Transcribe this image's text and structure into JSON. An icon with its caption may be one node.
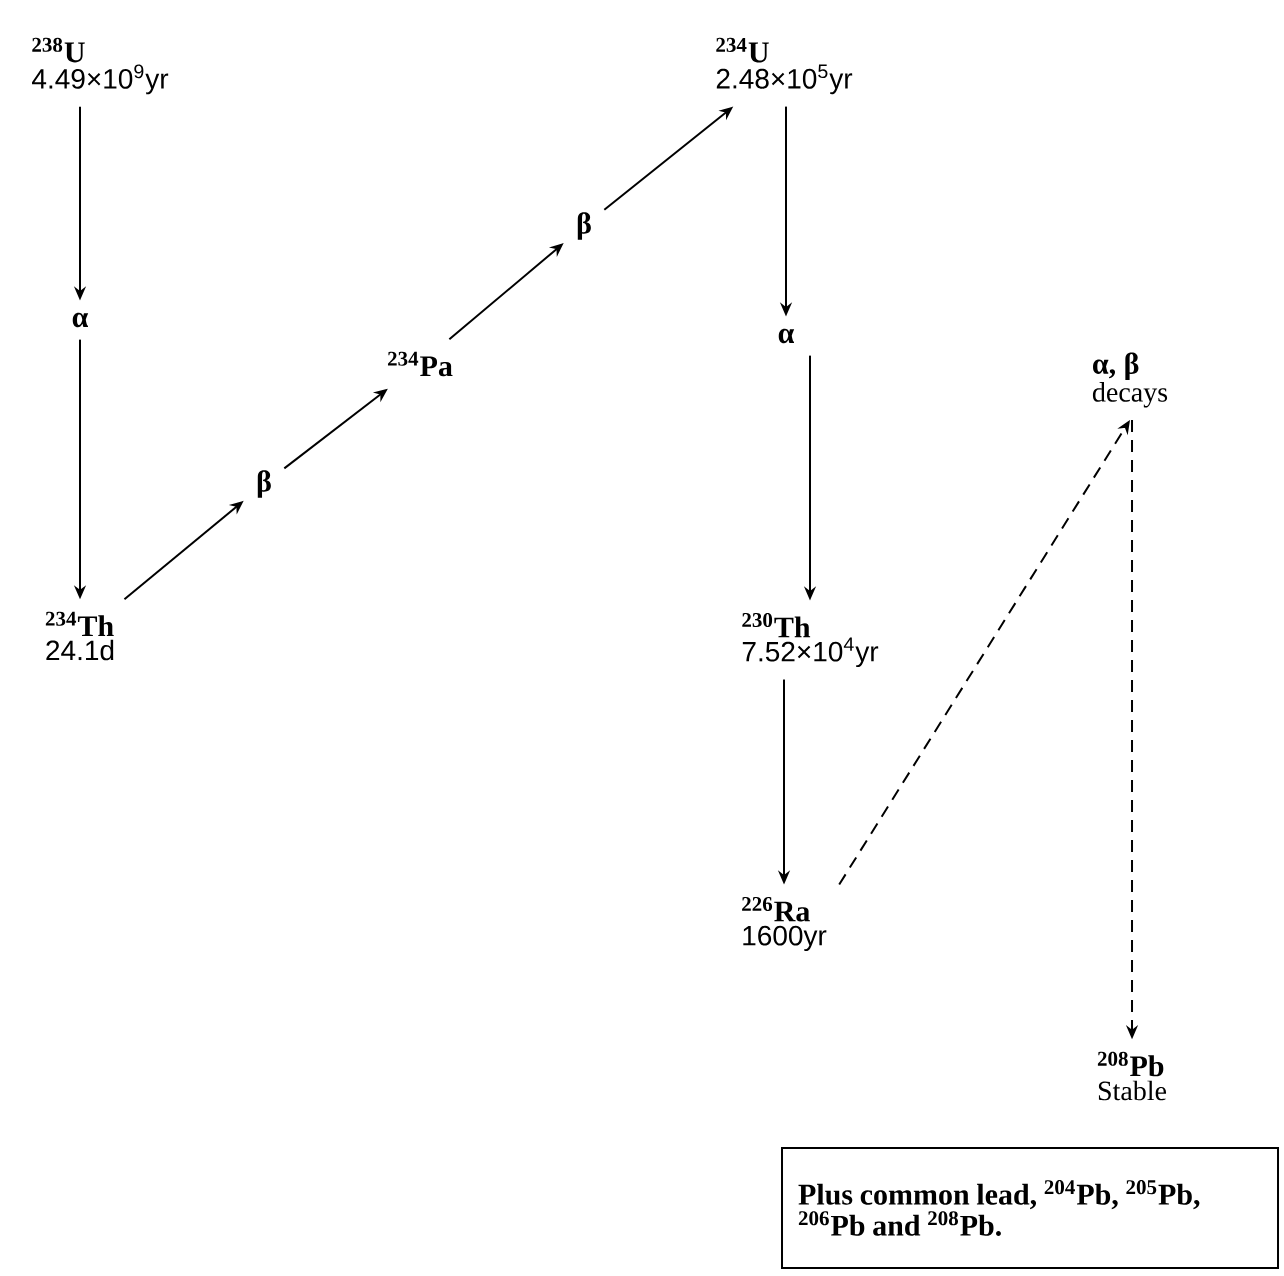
{
  "diagram": {
    "nodes": [
      {
        "text": [
          "$^{238}$U",
          "4.49×10$^{9}$yr"
        ]
      },
      {
        "text": [
          "α"
        ]
      },
      {
        "text": [
          "$^{234}$Th",
          "24.1d"
        ]
      },
      {
        "text": [
          "β"
        ]
      },
      {
        "text": [
          "$^{234}$Pa"
        ]
      },
      {
        "text": [
          "β"
        ]
      },
      {
        "text": [
          "$^{234}$U",
          "2.48×10$^{5}$yr"
        ]
      },
      {
        "text": [
          "α"
        ]
      },
      {
        "text": [
          "$^{230}$Th",
          "7.52×10$^{4}$yr"
        ]
      },
      {
        "text": [
          "$^{226}$Ra",
          "1600yr"
        ]
      },
      {
        "text": [
          "α, β",
          "decays"
        ]
      },
      {
        "text": [
          "$^{208}$Pb",
          "Stable"
        ]
      },
      {
        "text": [
          "Plus common lead, $^{204}$Pb, $^{205}$Pb, $^{206}$Pb and $^{208}$Pb."
        ]
      }
    ],
    "edges": [
      {
        "from": 0,
        "to": 1,
        "arrow": "to"
      },
      {
        "from": 1,
        "to": 2,
        "arrow": "to"
      },
      {
        "from": 2,
        "to": 3,
        "arrow": "to"
      },
      {
        "from": 3,
        "to": 4,
        "arrow": "to"
      },
      {
        "from": 4,
        "to": 5,
        "arrow": "to"
      },
      {
        "from": 5,
        "to": 6,
        "arrow": "to"
      },
      {
        "from": 6,
        "to": 7,
        "arrow": "to"
      },
      {
        "from": 7,
        "to": 8,
        "arrow": "to"
      },
      {
        "from": 8,
        "to": 9,
        "arrow": "to"
      },
      {
        "from": 9,
        "to": 10,
        "arrow": "to",
        "style": "dashed"
      },
      {
        "from": 10,
        "to": 11,
        "arrow": "to",
        "style": "dashed"
      }
    ]
  }
}
